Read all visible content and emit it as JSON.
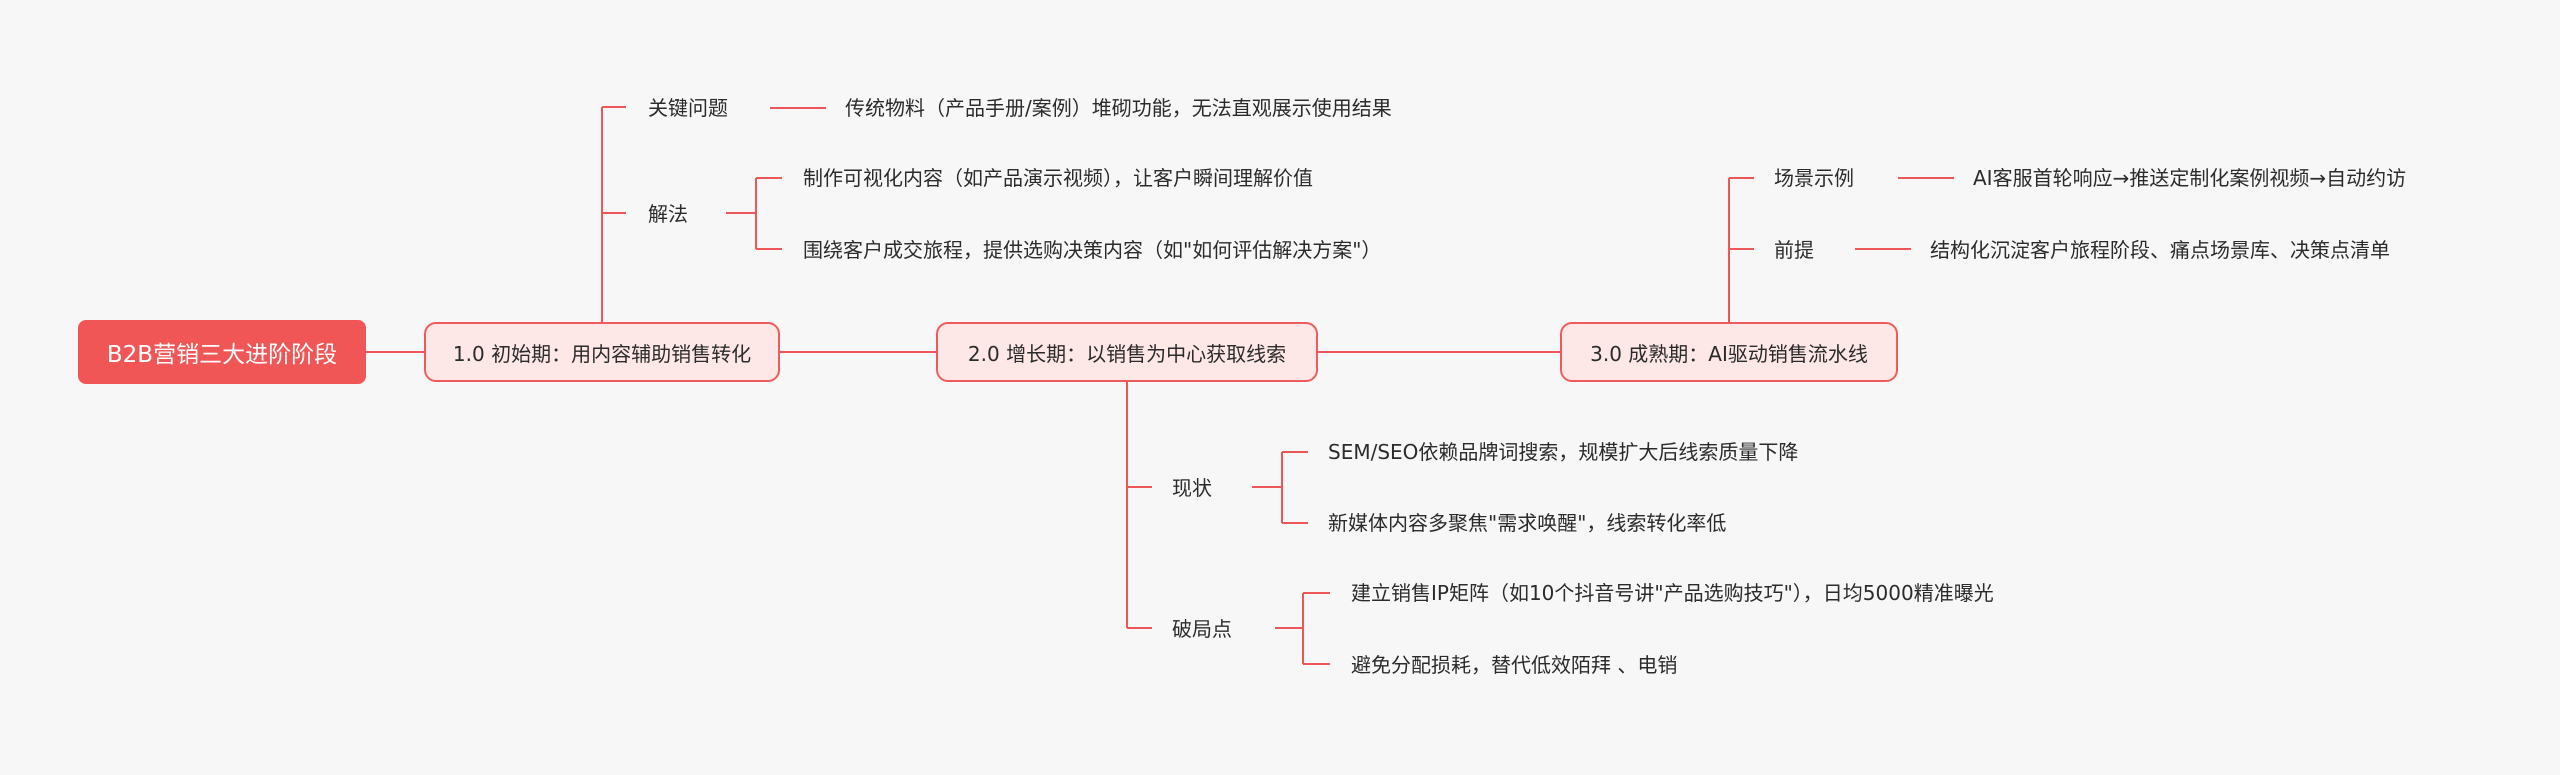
{
  "colors": {
    "line": "#ee5757",
    "root_bg": "#f05656",
    "stage_bg": "#fde7e7",
    "stage_border": "#ef5b5b",
    "text": "#2b2b2b",
    "background": "#f7f7f7"
  },
  "root": {
    "label": "B2B营销三大进阶阶段"
  },
  "stages": [
    {
      "label": "1.0 初始期：用内容辅助销售转化",
      "topics": [
        {
          "label": "关键问题",
          "details": [
            "传统物料（产品手册/案例）堆砌功能，无法直观展示使用结果"
          ]
        },
        {
          "label": "解法",
          "details": [
            "制作可视化内容（如产品演示视频），让客户瞬间理解价值",
            "围绕客户成交旅程，提供选购决策内容（如\"如何评估解决方案\"）"
          ]
        }
      ]
    },
    {
      "label": "2.0 增长期：以销售为中心获取线索",
      "topics": [
        {
          "label": "现状",
          "details": [
            "SEM/SEO依赖品牌词搜索，规模扩大后线索质量下降",
            "新媒体内容多聚焦\"需求唤醒\"，线索转化率低"
          ]
        },
        {
          "label": "破局点",
          "details": [
            "建立销售IP矩阵（如10个抖音号讲\"产品选购技巧\"），日均5000精准曝光",
            "避免分配损耗，替代低效陌拜 、电销"
          ]
        }
      ]
    },
    {
      "label": "3.0 成熟期：AI驱动销售流水线",
      "topics": [
        {
          "label": "场景示例",
          "details": [
            "AI客服首轮响应→推送定制化案例视频→自动约访"
          ]
        },
        {
          "label": "前提",
          "details": [
            "结构化沉淀客户旅程阶段、痛点场景库、决策点清单"
          ]
        }
      ]
    }
  ]
}
